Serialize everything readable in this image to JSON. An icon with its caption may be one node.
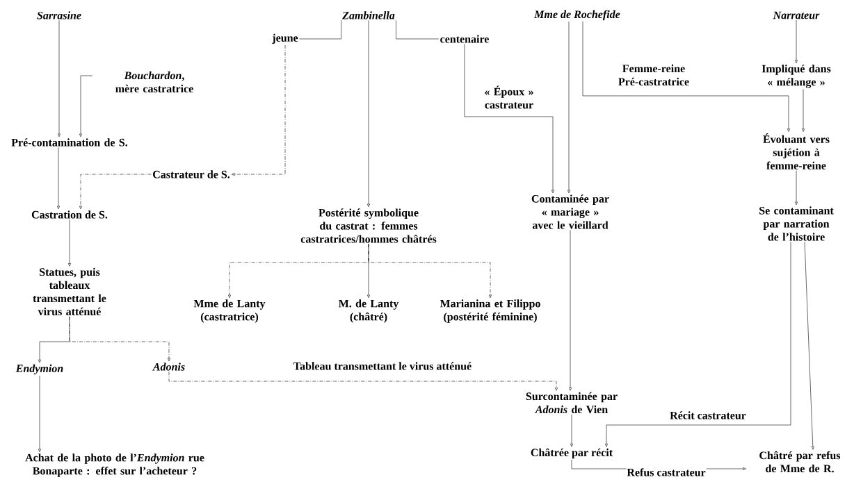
{
  "diagram": {
    "nodes": [
      {
        "text": [
          "Sarrasine"
        ]
      },
      {
        "text": [
          "Zambinella"
        ]
      },
      {
        "text": [
          "Mme de Rochefide"
        ]
      },
      {
        "text": [
          "Narrateur"
        ]
      },
      {
        "text": [
          "jeune"
        ]
      },
      {
        "text": [
          "centenaire"
        ]
      },
      {
        "text": [
          "*Bouchardon*, mère castratrice"
        ]
      },
      {
        "text": [
          "Impliqué dans « mélange »"
        ]
      },
      {
        "text": [
          "Pré-contamination de S."
        ]
      },
      {
        "text": [
          "Évoluant vers sujétion à femme-reine"
        ]
      },
      {
        "text": [
          "Castrateur de S."
        ]
      },
      {
        "text": [
          "Castration de S."
        ]
      },
      {
        "text": [
          "Postérité symbolique du castrat : femmes castratrices/hommes châtrés"
        ]
      },
      {
        "text": [
          "Contaminée par « mariage » avec le vieillard"
        ]
      },
      {
        "text": [
          "Se contaminant par narration de l’histoire"
        ]
      },
      {
        "text": [
          "Statues, puis tableaux transmettant le virus atténué"
        ]
      },
      {
        "text": [
          "Mme de Lanty (castratrice)"
        ]
      },
      {
        "text": [
          "M. de Lanty (châtré)"
        ]
      },
      {
        "text": [
          "Marianina et Filippo (postérité féminine)"
        ]
      },
      {
        "text": [
          "Endymion"
        ]
      },
      {
        "text": [
          "Adonis"
        ]
      },
      {
        "text": [
          "Surcontaminée par *Adonis* de Vien"
        ]
      },
      {
        "text": [
          "Châtrée par récit"
        ]
      },
      {
        "text": [
          "Achat de la photo de l’*Endymion* rue Bonaparte : effet sur l’acheteur ?"
        ]
      },
      {
        "text": [
          "Châtré par refus de Mme de R."
        ]
      }
    ],
    "edges": [
      {
        "from": 1,
        "to": 4,
        "arrow": "none"
      },
      {
        "from": 1,
        "to": 5,
        "arrow": "none"
      },
      {
        "from": 0,
        "to": 8,
        "arrow": "to"
      },
      {
        "from": 6,
        "to": 8,
        "arrow": "to"
      },
      {
        "from": 8,
        "to": 11,
        "arrow": "to"
      },
      {
        "from": 10,
        "to": 11,
        "arrow": "to",
        "style": "dashed"
      },
      {
        "from": 4,
        "to": 10,
        "arrow": "to",
        "style": "dashed"
      },
      {
        "from": 1,
        "to": 12,
        "arrow": "to"
      },
      {
        "from": 5,
        "to": 13,
        "arrow": "to",
        "label": "« Époux » castrateur"
      },
      {
        "from": 2,
        "to": 13,
        "arrow": "to"
      },
      {
        "from": 2,
        "to": 9,
        "arrow": "to",
        "label": "Femme-reine Pré-castratrice"
      },
      {
        "from": 3,
        "to": 7,
        "arrow": "to"
      },
      {
        "from": 7,
        "to": 9,
        "arrow": "to"
      },
      {
        "from": 9,
        "to": 14,
        "arrow": "to"
      },
      {
        "from": 11,
        "to": 15,
        "arrow": "to"
      },
      {
        "from": 12,
        "to": 16,
        "arrow": "to",
        "style": "dashed"
      },
      {
        "from": 12,
        "to": 17,
        "arrow": "to"
      },
      {
        "from": 12,
        "to": 18,
        "arrow": "to",
        "style": "dashed"
      },
      {
        "from": 13,
        "to": 21,
        "arrow": "to"
      },
      {
        "from": 15,
        "to": 19,
        "arrow": "to"
      },
      {
        "from": 15,
        "to": 20,
        "arrow": "to",
        "style": "dashed"
      },
      {
        "from": 20,
        "to": 21,
        "arrow": "to",
        "style": "dashed",
        "label": "Tableau transmettant le virus atténué"
      },
      {
        "from": 19,
        "to": 23,
        "arrow": "to"
      },
      {
        "from": 21,
        "to": 22,
        "arrow": "to"
      },
      {
        "from": 14,
        "to": 22,
        "arrow": "to",
        "label": "Récit castrateur"
      },
      {
        "from": 14,
        "to": 24,
        "arrow": "to"
      },
      {
        "from": 22,
        "to": 24,
        "arrow": "to",
        "label": "Refus castrateur"
      }
    ]
  }
}
